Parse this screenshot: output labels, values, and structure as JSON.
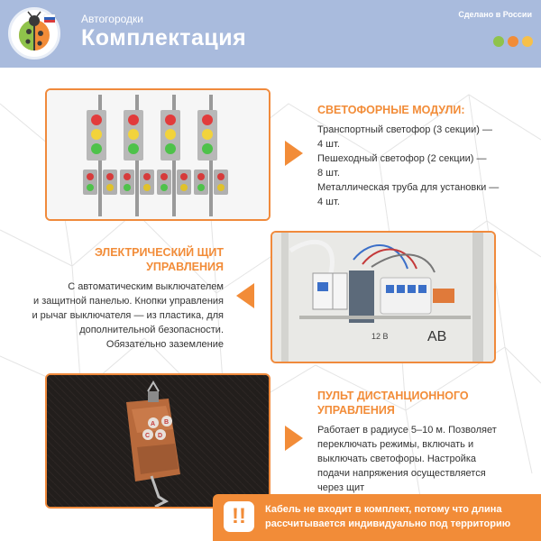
{
  "header": {
    "subtitle": "Автогородки",
    "title": "Комплектация",
    "made_in": "Сделано в России",
    "dot_colors": [
      "#8fc34b",
      "#f28c38",
      "#f7c04a"
    ]
  },
  "colors": {
    "accent": "#f28c38",
    "header_bg": "#a9bbdd"
  },
  "sections": [
    {
      "heading": "СВЕТОФОРНЫЕ МОДУЛИ:",
      "lines": [
        "Транспортный светофор (3 секции) —",
        "4 шт.",
        "Пешеходный светофор (2 секции) —",
        "8 шт.",
        "Металлическая труба для установки —",
        "4 шт."
      ]
    },
    {
      "heading_lines": [
        "ЭЛЕКТРИЧЕСКИЙ ЩИТ",
        "УПРАВЛЕНИЯ"
      ],
      "lines": [
        "С автоматическим выключателем",
        "и защитной панелью. Кнопки управления",
        "и рычаг выключателя — из пластика, для",
        "дополнительной безопасности.",
        "Обязательно заземление"
      ],
      "photo_labels": [
        "12 В",
        "АВ"
      ]
    },
    {
      "heading_lines": [
        "ПУЛЬТ ДИСТАНЦИОННОГО",
        "УПРАВЛЕНИЯ"
      ],
      "lines": [
        "Работает в радиусе 5–10 м. Позволяет",
        "переключать режимы, включать и",
        "выключать светофоры. Настройка",
        "подачи напряжения осуществляется",
        "через щит"
      ],
      "remote_buttons": [
        "A",
        "B",
        "C",
        "D"
      ]
    }
  ],
  "note": {
    "icon": "!!",
    "lines": [
      "Кабель не входит в комплект, потому что длина",
      "рассчитывается индивидуально под территорию"
    ]
  }
}
